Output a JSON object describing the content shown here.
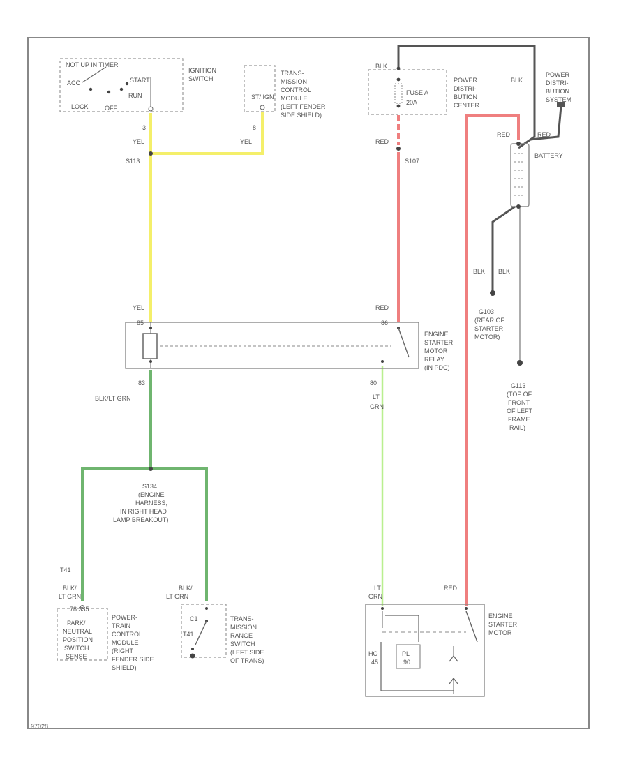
{
  "colors": {
    "yel": "#f4ef6a",
    "red": "#ef7f7f",
    "grn": "#6fb56f",
    "ltgrn": "#b9ef8f",
    "blk": "#555555"
  },
  "ignition": {
    "positions": [
      "NOT UP IN TIMER",
      "START",
      "ACC",
      "RUN",
      "LOCK",
      "OFF"
    ],
    "label": [
      "IGNITION",
      "SWITCH"
    ],
    "pin": "3"
  },
  "tcm_top": {
    "label": [
      "TRANS-",
      "MISSION",
      "CONTROL",
      "MODULE",
      "(LEFT FENDER",
      "SIDE SHIELD)"
    ],
    "pin_label": "ST/ IGN",
    "pin": "8"
  },
  "pdc": {
    "wire_in": "BLK",
    "fuse_name": "FUSE A",
    "fuse_amps": "20A",
    "label": [
      "POWER",
      "DISTRI-",
      "BUTION",
      "CENTER"
    ],
    "blk_label": "BLK"
  },
  "pdc_right": {
    "label": [
      "POWER",
      "DISTRI-",
      "BUTION",
      "SYSTEM"
    ]
  },
  "battery": {
    "label": "BATTERY",
    "red1": "RED",
    "red2": "RED"
  },
  "wire_labels": {
    "yel_ign": "YEL",
    "yel_tcm": "YEL",
    "splice_ign": "S113",
    "red_fuse": "RED",
    "splice_red": "S107",
    "yel_relay": "YEL",
    "red_relay": "RED",
    "blk_g1": "BLK",
    "blk_g2": "BLK",
    "relay_out_pin": "83",
    "relay_out_label": "BLK/LT GRN",
    "relay_sw_pin": "80",
    "relay_sw_label_1": "LT",
    "relay_sw_label_2": "GRN",
    "pnp_pin_label": "T41",
    "pnp_wire_1": "BLK/",
    "pnp_wire_2": "LT GRN",
    "tr_wire_1": "BLK/",
    "tr_wire_2": "LT GRN",
    "starter_wire_1": "LT",
    "starter_wire_2": "GRN",
    "starter_red": "RED",
    "figure_id": "97028"
  },
  "relay": {
    "label": [
      "ENGINE",
      "STARTER",
      "MOTOR",
      "RELAY",
      "(IN PDC)"
    ],
    "pin_tl": "85",
    "pin_tr": "86"
  },
  "grounds": {
    "g1": [
      "G103",
      "(REAR OF",
      "STARTER",
      "MOTOR)"
    ],
    "g2": [
      "G113",
      "(TOP OF",
      "FRONT",
      "OF LEFT",
      "FRAME",
      "RAIL)"
    ]
  },
  "splice_harness": {
    "label": [
      "S134",
      "(ENGINE",
      "HARNESS,",
      "IN RIGHT HEAD",
      "LAMP BREAKOUT)"
    ]
  },
  "pnp_sensor": {
    "pins": "78  335",
    "label": [
      "PARK/",
      "NEUTRAL",
      "POSITION",
      "SWITCH",
      "SENSE"
    ]
  },
  "ptcm": {
    "label": [
      "POWER-",
      "TRAIN",
      "CONTROL",
      "MODULE",
      "(RIGHT",
      "FENDER SIDE",
      "SHIELD)"
    ]
  },
  "trs": {
    "pin_labels": [
      "C1",
      "T41"
    ],
    "label": [
      "TRANS-",
      "MISSION",
      "RANGE",
      "SWITCH",
      "(LEFT SIDE",
      "OF TRANS)"
    ]
  },
  "starter": {
    "label": [
      "ENGINE",
      "STARTER",
      "MOTOR"
    ],
    "field_1": "PL",
    "field_2": "90",
    "hold_1": "HO",
    "hold_2": "45"
  }
}
